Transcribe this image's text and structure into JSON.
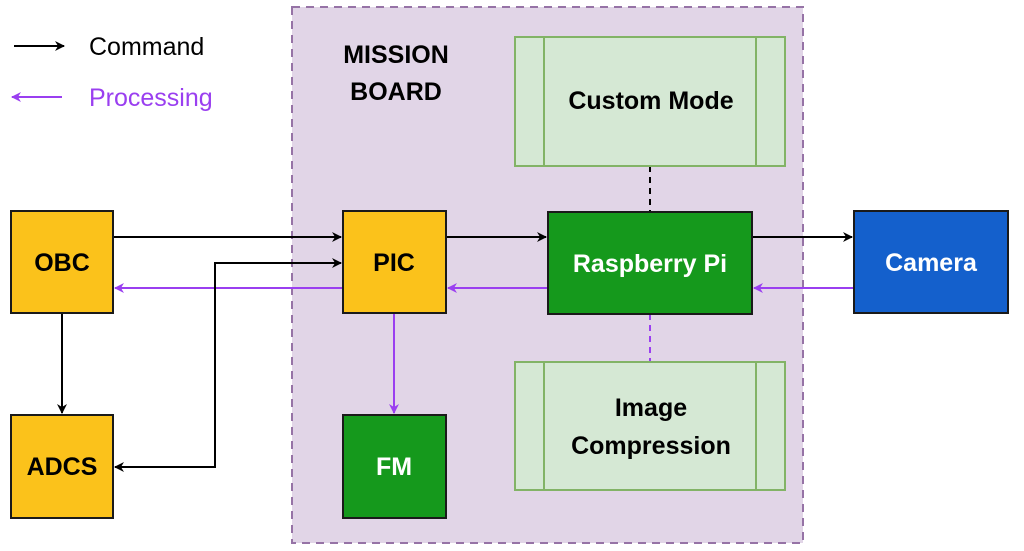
{
  "legend": {
    "items": [
      {
        "label": "Command",
        "color": "#000000",
        "direction": "right"
      },
      {
        "label": "Processing",
        "color": "#9a3ff0",
        "direction": "left"
      }
    ]
  },
  "colors": {
    "command": "#000000",
    "processing": "#9a3ff0",
    "mission_board_fill": "#e1d5e7",
    "mission_board_border": "#9673a6",
    "yellow_block": "#fbc21b",
    "green_block": "#15991c",
    "blue_block": "#1460cc",
    "light_green_fill": "#d5e8d4",
    "light_green_border": "#82b366"
  },
  "mission_board": {
    "title_line1": "MISSION",
    "title_line2": "BOARD"
  },
  "blocks": {
    "obc": "OBC",
    "adcs": "ADCS",
    "pic": "PIC",
    "fm": "FM",
    "raspberry_pi": "Raspberry Pi",
    "camera": "Camera",
    "custom_mode": "Custom Mode",
    "image_compression_line1": "Image",
    "image_compression_line2": "Compression"
  },
  "connections": [
    {
      "from": "OBC",
      "to": "PIC",
      "type": "command"
    },
    {
      "from": "PIC",
      "to": "OBC",
      "type": "processing"
    },
    {
      "from": "OBC",
      "to": "ADCS",
      "type": "command"
    },
    {
      "from": "PIC",
      "to": "ADCS",
      "type": "command"
    },
    {
      "from": "PIC",
      "to": "Raspberry Pi",
      "type": "command"
    },
    {
      "from": "Raspberry Pi",
      "to": "PIC",
      "type": "processing"
    },
    {
      "from": "Raspberry Pi",
      "to": "Camera",
      "type": "command"
    },
    {
      "from": "Camera",
      "to": "Raspberry Pi",
      "type": "processing"
    },
    {
      "from": "PIC",
      "to": "FM",
      "type": "processing"
    },
    {
      "from": "Custom Mode",
      "to": "Raspberry Pi",
      "type": "dashed-command"
    },
    {
      "from": "Raspberry Pi",
      "to": "Image Compression",
      "type": "dashed-processing"
    }
  ]
}
